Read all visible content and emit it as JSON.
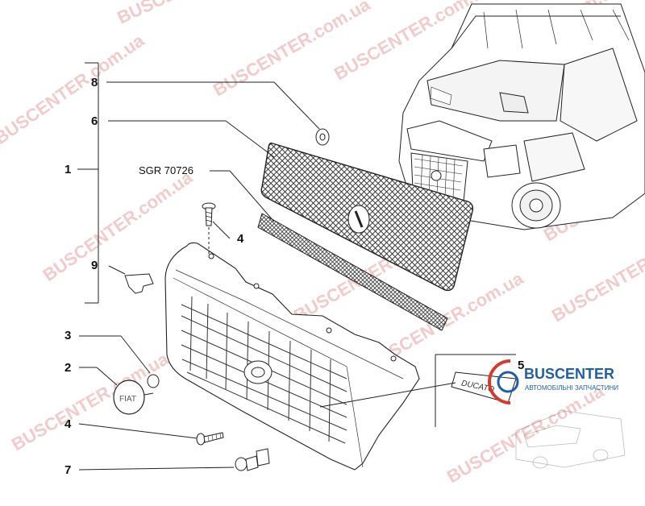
{
  "callouts": {
    "c1": "1",
    "c2": "2",
    "c3": "3",
    "c4a": "4",
    "c4b": "4",
    "c5": "5",
    "c6": "6",
    "c7": "7",
    "c8": "8",
    "c9": "9"
  },
  "ref_label": "SGR 70726",
  "logo": {
    "name": "BUSCENTER",
    "tagline": "АВТОМОБІЛЬНІ ЗАПЧАСТИНИ",
    "brand_color": "#d63a2f",
    "blue_color": "#1f5fa8"
  },
  "watermark_text": "BUSCENTER.com.ua",
  "emblem_text": "FIAT",
  "trim_badge_text": "DUCATO",
  "icons": [
    "van-illustration-icon",
    "grille-mesh-icon",
    "screw-icon",
    "clip-icon",
    "emblem-icon"
  ]
}
